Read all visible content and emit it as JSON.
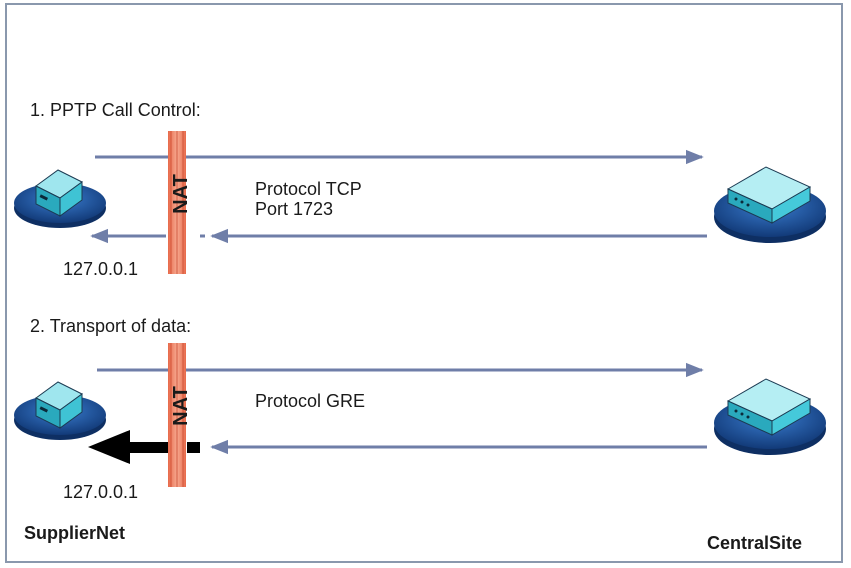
{
  "sections": [
    {
      "heading": "1. PPTP Call Control:",
      "protocol": "Protocol TCP",
      "port": "Port 1723",
      "ip": "127.0.0.1",
      "nat_label": "NAT"
    },
    {
      "heading": "2. Transport of data:",
      "protocol": "Protocol GRE",
      "ip": "127.0.0.1",
      "nat_label": "NAT"
    }
  ],
  "left_site": "SupplierNet",
  "right_site": "CentralSite",
  "colors": {
    "frame": "#8a98ad",
    "arrow": "#6f7ea8",
    "nat_bar": "#f08060",
    "device_top": "#5ac8d8",
    "device_base": "#1f4f8c",
    "return_arrow_bold": "#000000"
  }
}
